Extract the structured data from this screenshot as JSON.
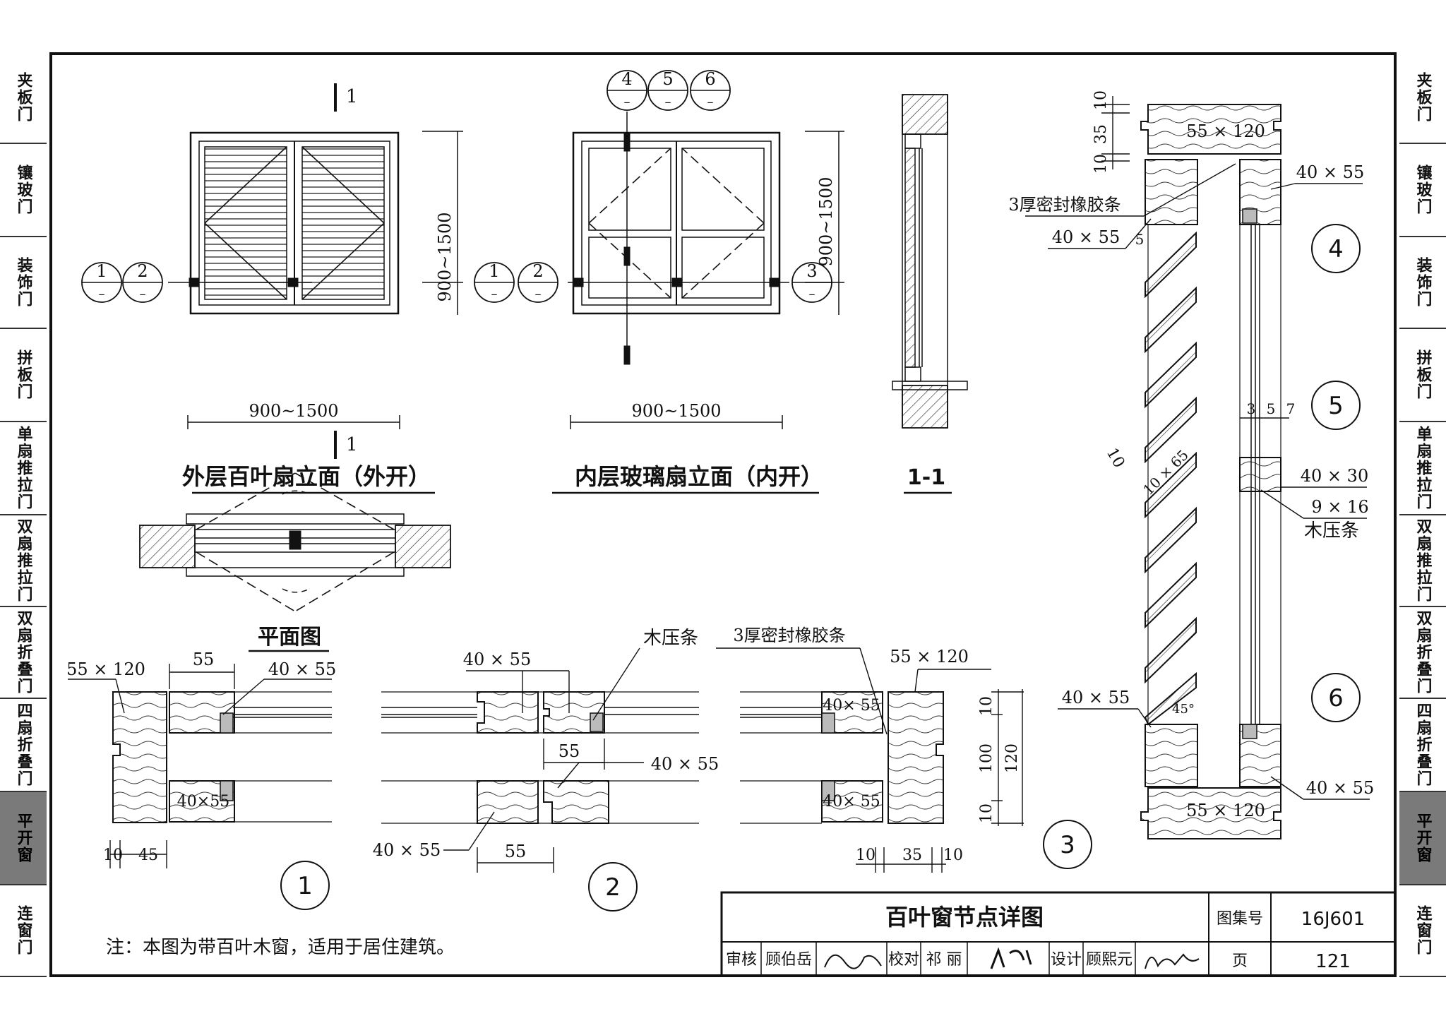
{
  "side_tabs": [
    {
      "label": "夹板门",
      "active": false
    },
    {
      "label": "镶玻门",
      "active": false
    },
    {
      "label": "装饰门",
      "active": false
    },
    {
      "label": "拼板门",
      "active": false
    },
    {
      "label": "单扇推拉门",
      "active": false
    },
    {
      "label": "双扇推拉门",
      "active": false
    },
    {
      "label": "双扇折叠门",
      "active": false
    },
    {
      "label": "四扇折叠门",
      "active": false
    },
    {
      "label": "平开窗",
      "active": true
    },
    {
      "label": "连窗门",
      "active": false
    }
  ],
  "views": {
    "outer_title": "外层百叶扇立面（外开）",
    "inner_title": "内层玻璃扇立面（内开）",
    "section_title": "1-1",
    "plan_title": "平面图",
    "section_mark": "1",
    "dim_width": "900~1500",
    "dim_height": "900~1500"
  },
  "callouts": {
    "c1": "1",
    "c2": "2",
    "c3": "3",
    "c4": "4",
    "c5": "5",
    "c6": "6",
    "dash": "–"
  },
  "details": {
    "d1": {
      "num": "1",
      "frame": "55 × 120",
      "dim_55": "55",
      "member_a": "40 × 55",
      "member_b": "40×55",
      "dim_10": "10",
      "dim_45": "45"
    },
    "d2": {
      "num": "2",
      "member_top": "40 × 55",
      "bead": "木压条",
      "dim_55a": "55",
      "member_bot": "40 × 55",
      "member_left": "40 × 55",
      "dim_55b": "55"
    },
    "d3": {
      "num": "3",
      "seal": "3厚密封橡胶条",
      "frame": "55 × 120",
      "member_a": "40× 55",
      "member_b": "40× 55",
      "dim_10a": "10",
      "dim_100": "100",
      "dim_10b": "10",
      "dim_120": "120",
      "dim_bot_10a": "10",
      "dim_bot_35": "35",
      "dim_bot_10b": "10"
    },
    "right": {
      "dim_10_top": "10",
      "dim_35": "35",
      "dim_10_bot": "10",
      "frame_top": "55 × 120",
      "frame_bot": "55 × 120",
      "seal": "3厚密封橡胶条",
      "member_tr": "40 × 55",
      "member_tl": "40 × 55",
      "member_bl": "40 × 55",
      "member_br": "40 × 55",
      "dim_5": "5",
      "dim_3": "3",
      "dim_5b": "5",
      "dim_7": "7",
      "mullion": "40 × 30",
      "bead_size": "9 × 16",
      "bead": "木压条",
      "slat_10": "10",
      "slat_size": "10 × 65",
      "angle": "45°"
    }
  },
  "note": "注：本图为带百叶木窗，适用于居住建筑。",
  "title_block": {
    "title": "百叶窗节点详图",
    "atlas_label": "图集号",
    "atlas_value": "16J601",
    "page_label": "页",
    "page_value": "121",
    "review_label": "审核",
    "reviewer": "顾伯岳",
    "check_label": "校对",
    "checker": "祁 丽",
    "design_label": "设计",
    "designer": "顾熙元"
  }
}
